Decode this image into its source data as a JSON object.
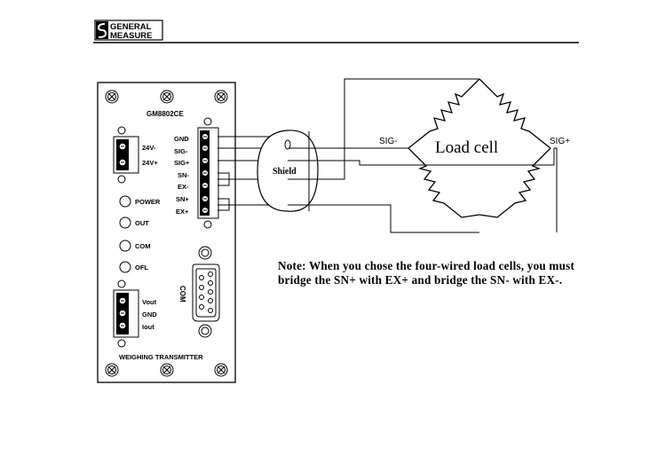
{
  "header": {
    "brand_line1": "GENERAL",
    "brand_line2": "MEASURE"
  },
  "device": {
    "model": "GM8802CE",
    "power_terminals": [
      "24V-",
      "24V+"
    ],
    "indicators": [
      "POWER",
      "OUT",
      "COM",
      "OFL"
    ],
    "signal_terminals": [
      "GND",
      "SIG-",
      "SIG+",
      "SN-",
      "EX-",
      "SN+",
      "EX+"
    ],
    "output_terminals": [
      "Vout",
      "GND",
      "Iout"
    ],
    "com_port_label": "COM",
    "footer": "WEIGHING TRANSMITTER"
  },
  "cable": {
    "shield_label": "Shield"
  },
  "load_cell": {
    "title": "Load cell",
    "sig_minus": "SIG-",
    "sig_plus": "SIG+"
  },
  "note": {
    "line1": "Note: When you chose the four-wired load cells, you must",
    "line2": "bridge the SN+ with EX+ and bridge the SN- with EX-."
  }
}
